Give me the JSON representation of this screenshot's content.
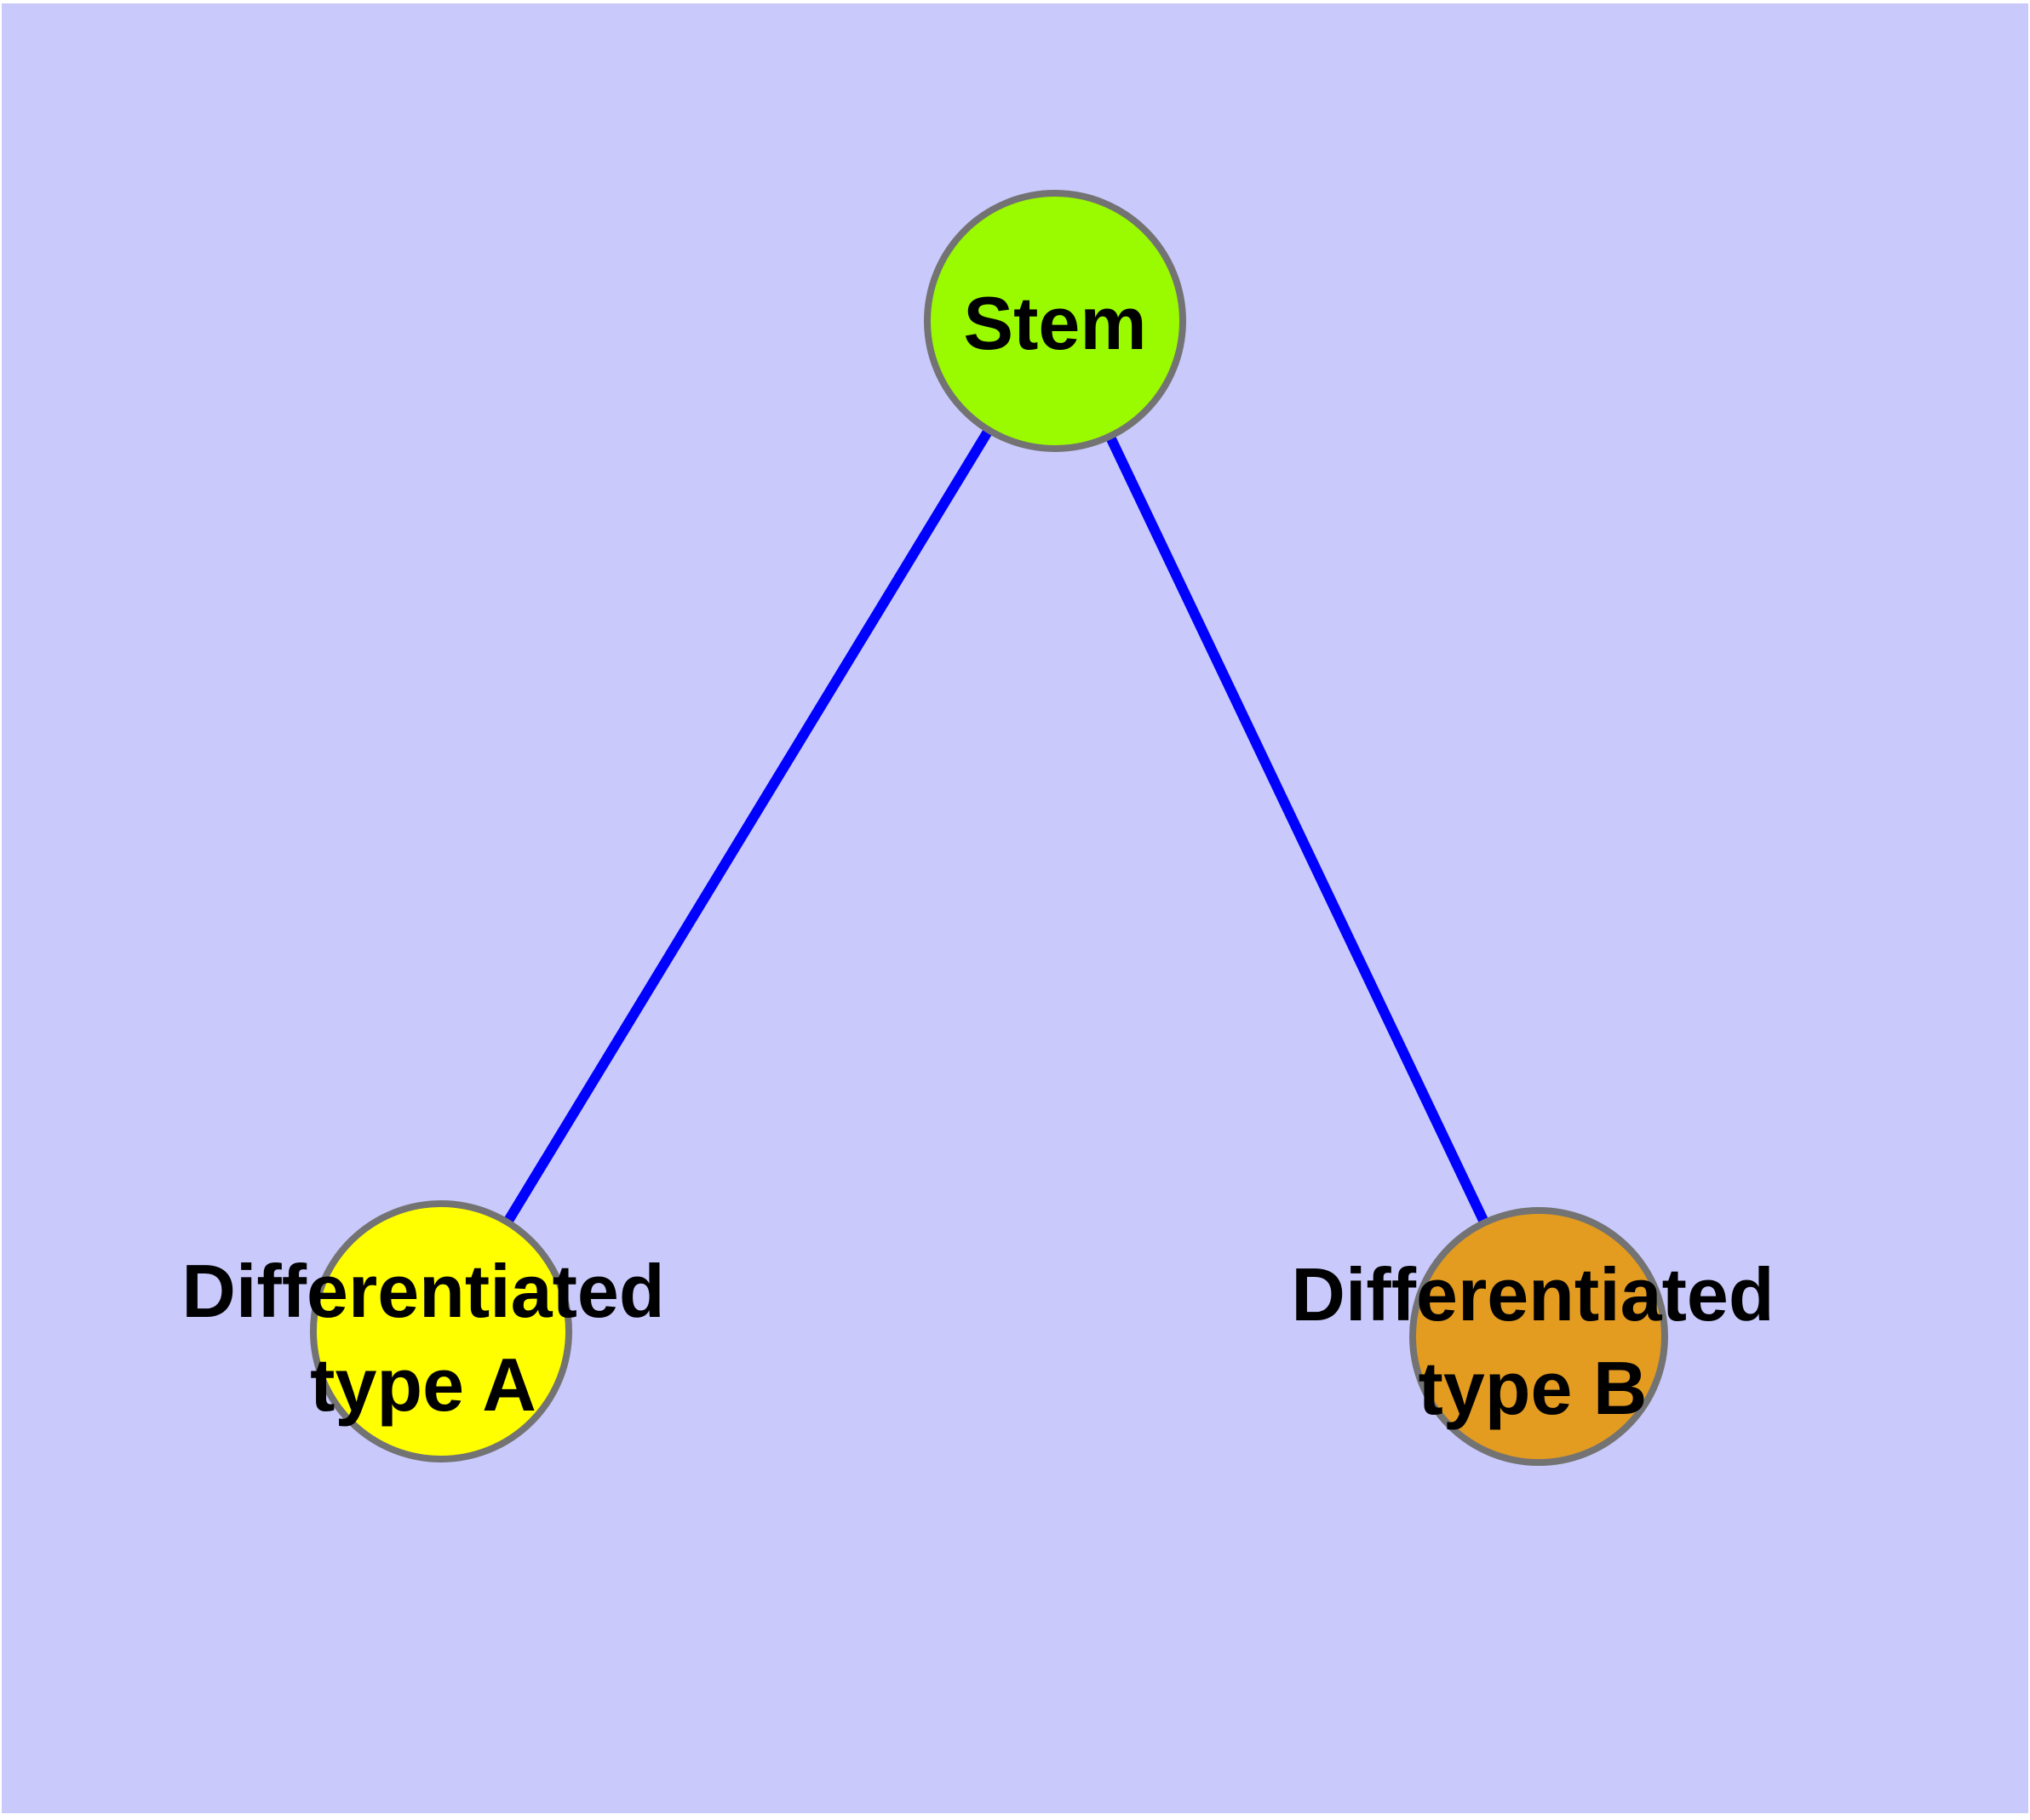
{
  "diagram": {
    "title": "",
    "background_color": "#c9c9fb",
    "edge_color": "#0000ff",
    "node_border_color": "#737373",
    "label_color": "#000000",
    "nodes": [
      {
        "id": "stem",
        "label": "Stem",
        "color": "#9afa00"
      },
      {
        "id": "type-a",
        "label": "Differentiated\ntype A",
        "color": "#ffff00"
      },
      {
        "id": "type-b",
        "label": "Differentiated\ntype B",
        "color": "#e39c20"
      }
    ],
    "edges": [
      {
        "from": "stem",
        "to": "type-a"
      },
      {
        "from": "stem",
        "to": "type-b"
      }
    ]
  }
}
